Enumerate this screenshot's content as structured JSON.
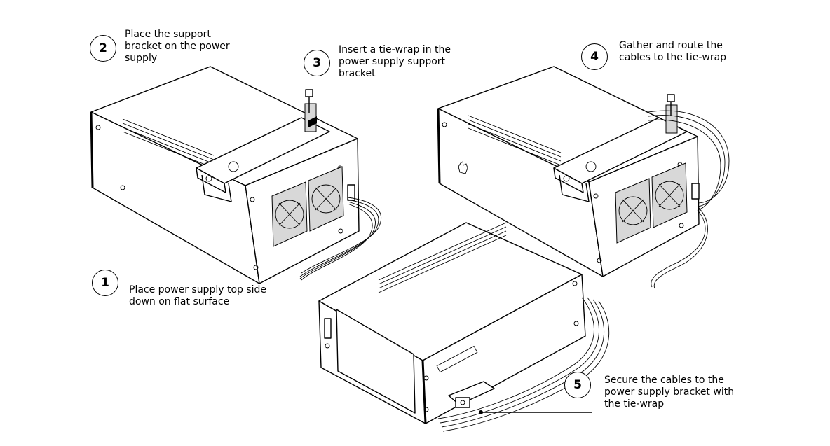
{
  "steps": [
    {
      "number": "1",
      "text": "Place power supply top side\ndown on flat surface"
    },
    {
      "number": "2",
      "text": "Place the support\nbracket on the power\nsupply"
    },
    {
      "number": "3",
      "text": "Insert a tie-wrap in the\npower supply support\nbracket"
    },
    {
      "number": "4",
      "text": "Gather and route the\ncables to the tie-wrap"
    },
    {
      "number": "5",
      "text": "Secure the cables to the\npower supply bracket with\nthe tie-wrap"
    }
  ]
}
